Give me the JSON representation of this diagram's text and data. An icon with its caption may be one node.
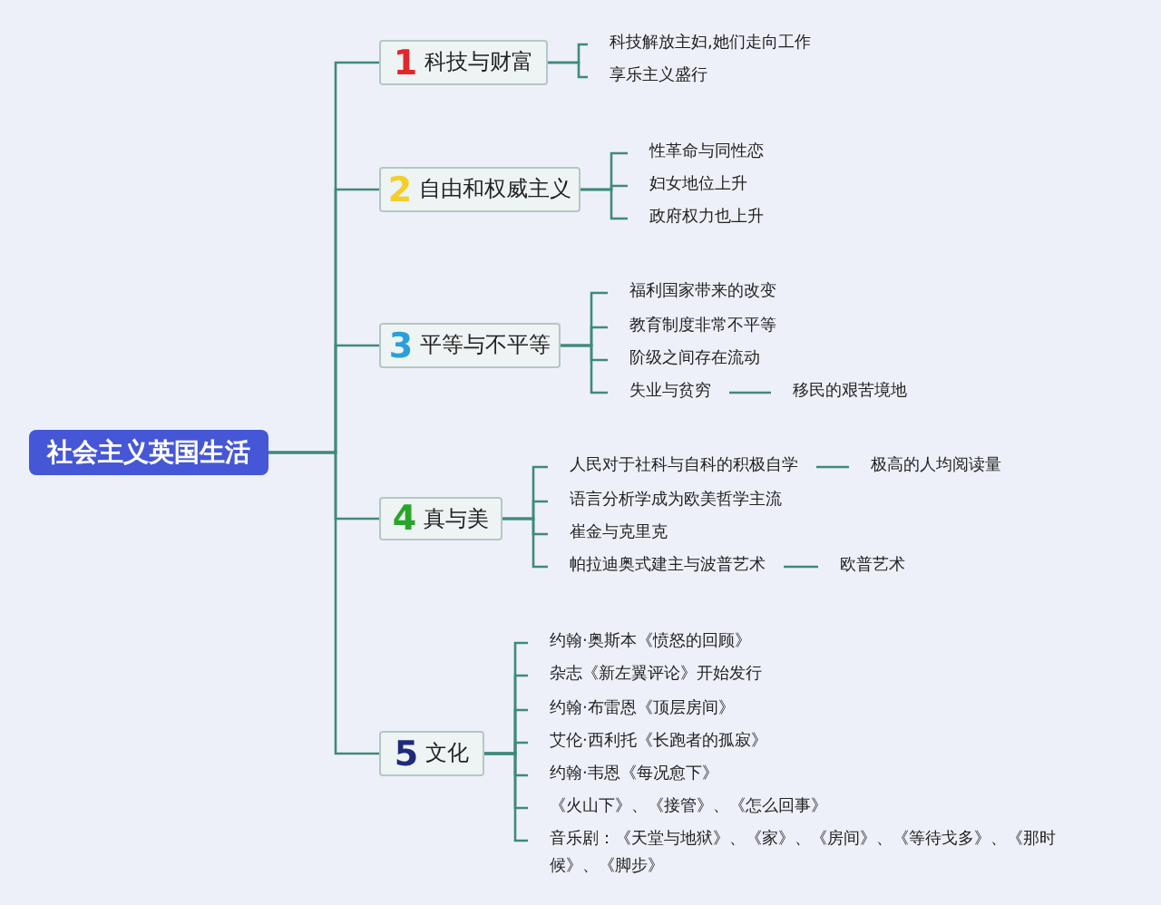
{
  "diagram": {
    "nodes": [
      {
        "text": [
          "社会主义英国生活"
        ]
      },
      {
        "text": [
          "1",
          "科技与财富"
        ]
      },
      {
        "text": [
          "科技解放主妇,她们走向工作"
        ]
      },
      {
        "text": [
          "享乐主义盛行"
        ]
      },
      {
        "text": [
          "2",
          "自由和权威主义"
        ]
      },
      {
        "text": [
          "性革命与同性恋"
        ]
      },
      {
        "text": [
          "妇女地位上升"
        ]
      },
      {
        "text": [
          "政府权力也上升"
        ]
      },
      {
        "text": [
          "3",
          "平等与不平等"
        ]
      },
      {
        "text": [
          "福利国家带来的改变"
        ]
      },
      {
        "text": [
          "教育制度非常不平等"
        ]
      },
      {
        "text": [
          "阶级之间存在流动"
        ]
      },
      {
        "text": [
          "失业与贫穷"
        ]
      },
      {
        "text": [
          "移民的艰苦境地"
        ]
      },
      {
        "text": [
          "4",
          "真与美"
        ]
      },
      {
        "text": [
          "人民对于社科与自科的积极自学"
        ]
      },
      {
        "text": [
          "极高的人均阅读量"
        ]
      },
      {
        "text": [
          "语言分析学成为欧美哲学主流"
        ]
      },
      {
        "text": [
          "崔金与克里克"
        ]
      },
      {
        "text": [
          "帕拉迪奥式建主与波普艺术"
        ]
      },
      {
        "text": [
          "欧普艺术"
        ]
      },
      {
        "text": [
          "5",
          "文化"
        ]
      },
      {
        "text": [
          "约翰·奥斯本《愤怒的回顾》"
        ]
      },
      {
        "text": [
          "杂志《新左翼评论》开始发行"
        ]
      },
      {
        "text": [
          "约翰·布雷恩《顶层房间》"
        ]
      },
      {
        "text": [
          "艾伦·西利托《长跑者的孤寂》"
        ]
      },
      {
        "text": [
          "约翰·韦恩《每况愈下》"
        ]
      },
      {
        "text": [
          "《火山下》、《接管》、《怎么回事》"
        ]
      },
      {
        "text": [
          "音乐剧：《天堂与地狱》、《家》、《房间》、《等待戈多》、《那时候》、《脚步》"
        ]
      }
    ],
    "edges": [
      {
        "from": 0,
        "to": 1,
        "arrow": "none"
      },
      {
        "from": 0,
        "to": 4,
        "arrow": "none"
      },
      {
        "from": 0,
        "to": 8,
        "arrow": "none"
      },
      {
        "from": 0,
        "to": 14,
        "arrow": "none"
      },
      {
        "from": 0,
        "to": 21,
        "arrow": "none"
      },
      {
        "from": 1,
        "to": 2,
        "arrow": "none"
      },
      {
        "from": 1,
        "to": 3,
        "arrow": "none"
      },
      {
        "from": 4,
        "to": 5,
        "arrow": "none"
      },
      {
        "from": 4,
        "to": 6,
        "arrow": "none"
      },
      {
        "from": 4,
        "to": 7,
        "arrow": "none"
      },
      {
        "from": 8,
        "to": 9,
        "arrow": "none"
      },
      {
        "from": 8,
        "to": 10,
        "arrow": "none"
      },
      {
        "from": 8,
        "to": 11,
        "arrow": "none"
      },
      {
        "from": 8,
        "to": 12,
        "arrow": "none"
      },
      {
        "from": 12,
        "to": 13,
        "arrow": "none"
      },
      {
        "from": 14,
        "to": 15,
        "arrow": "none"
      },
      {
        "from": 15,
        "to": 16,
        "arrow": "none"
      },
      {
        "from": 14,
        "to": 17,
        "arrow": "none"
      },
      {
        "from": 14,
        "to": 18,
        "arrow": "none"
      },
      {
        "from": 14,
        "to": 19,
        "arrow": "none"
      },
      {
        "from": 19,
        "to": 20,
        "arrow": "none"
      },
      {
        "from": 21,
        "to": 22,
        "arrow": "none"
      },
      {
        "from": 21,
        "to": 23,
        "arrow": "none"
      },
      {
        "from": 21,
        "to": 24,
        "arrow": "none"
      },
      {
        "from": 21,
        "to": 25,
        "arrow": "none"
      },
      {
        "from": 21,
        "to": 26,
        "arrow": "none"
      },
      {
        "from": 21,
        "to": 27,
        "arrow": "none"
      },
      {
        "from": 21,
        "to": 28,
        "arrow": "none"
      }
    ]
  }
}
